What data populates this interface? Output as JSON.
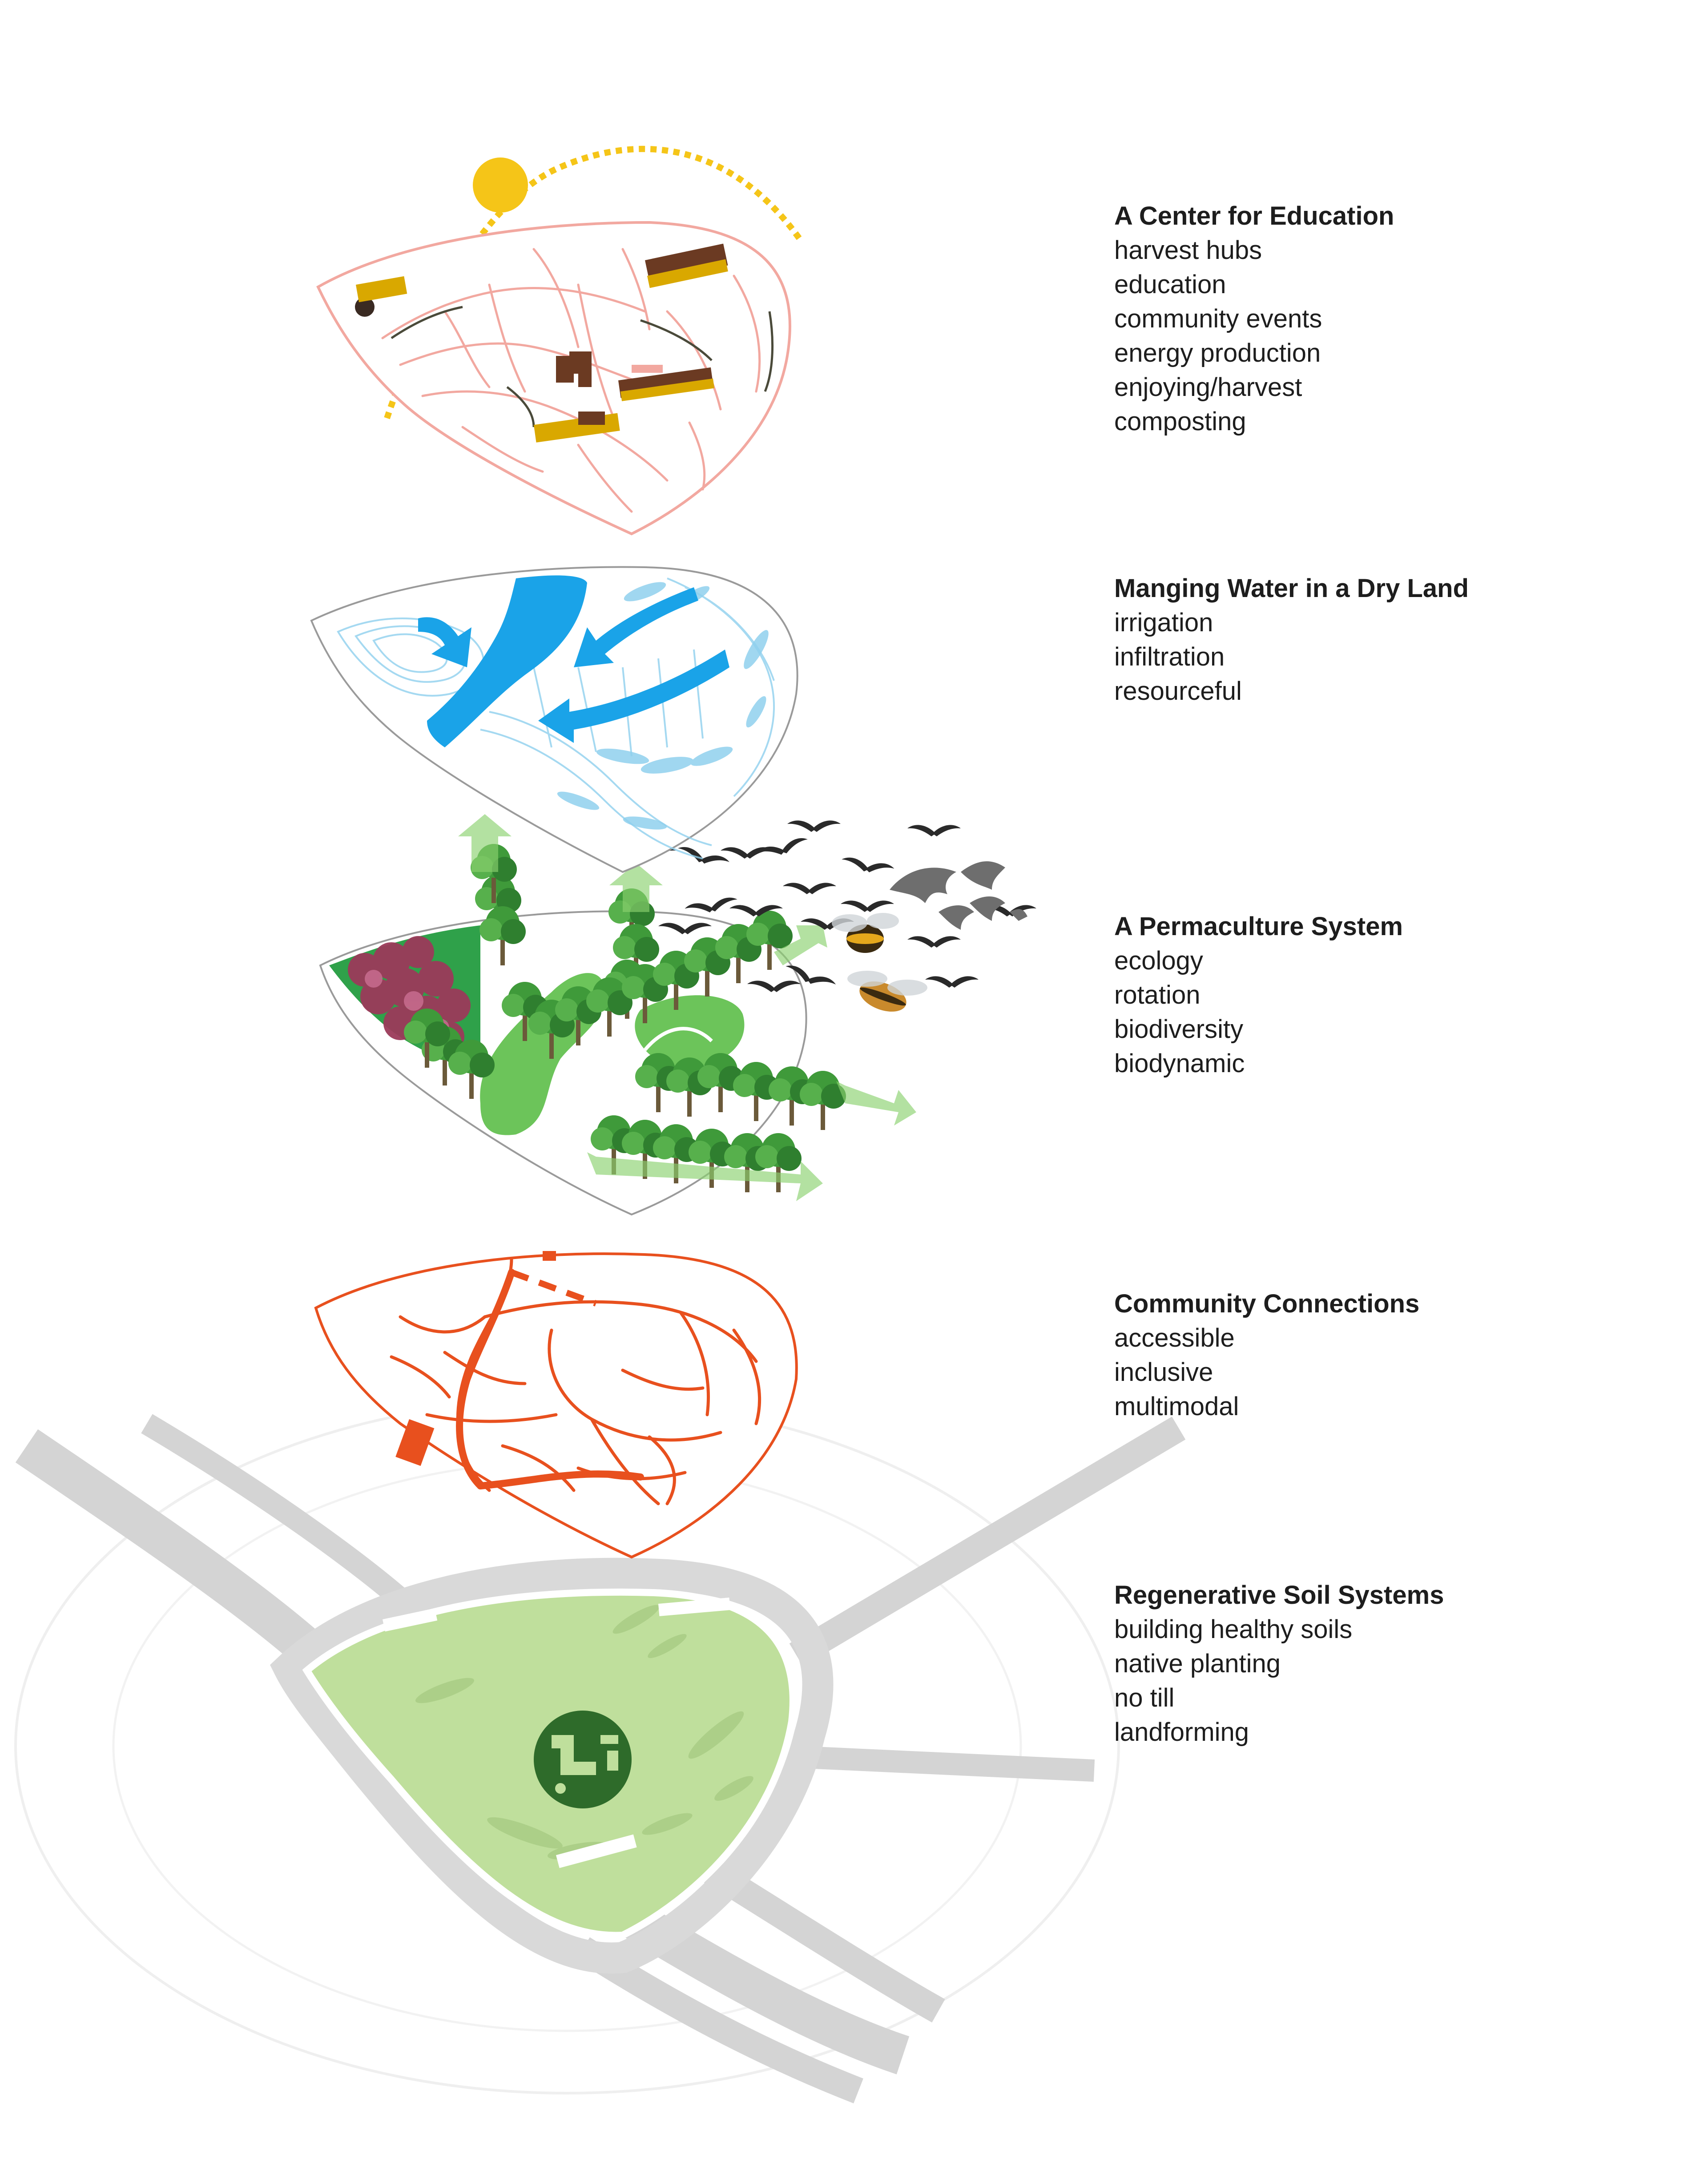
{
  "layers": [
    {
      "title": "A Center for Education",
      "items": [
        "harvest hubs",
        "education",
        "community events",
        "energy production",
        "enjoying/harvest",
        "composting"
      ]
    },
    {
      "title": "Manging Water in a Dry Land",
      "items": [
        "irrigation",
        "infiltration",
        "resourceful"
      ]
    },
    {
      "title": "A Permaculture System",
      "items": [
        "ecology",
        "rotation",
        "biodiversity",
        "biodynamic"
      ]
    },
    {
      "title": "Community Connections",
      "items": [
        "accessible",
        "inclusive",
        "multimodal"
      ]
    },
    {
      "title": "Regenerative Soil Systems",
      "items": [
        "building healthy soils",
        "native planting",
        "no till",
        "landforming"
      ]
    }
  ],
  "colors": {
    "sun": "#F5C518",
    "education_paths": "#F2A8A0",
    "buildings_roof": "#D9A800",
    "buildings_wall": "#6B3A22",
    "water": "#1AA3E8",
    "water_lines": "#8FD0EE",
    "vegetation": "#3E9B3E",
    "vegetation_light": "#8BD16F",
    "canopy_red": "#9B3A5A",
    "community_paths": "#E8501E",
    "roads": "#D4D4D4",
    "soil_green": "#BFDF9C",
    "logo_green": "#2E6B2A",
    "birds": "#2A2A2A"
  },
  "icons": [
    "sun-icon",
    "bird-icon",
    "bat-icon",
    "bee-icon",
    "tree-icon",
    "arrow-icon",
    "farm-logo-icon"
  ]
}
